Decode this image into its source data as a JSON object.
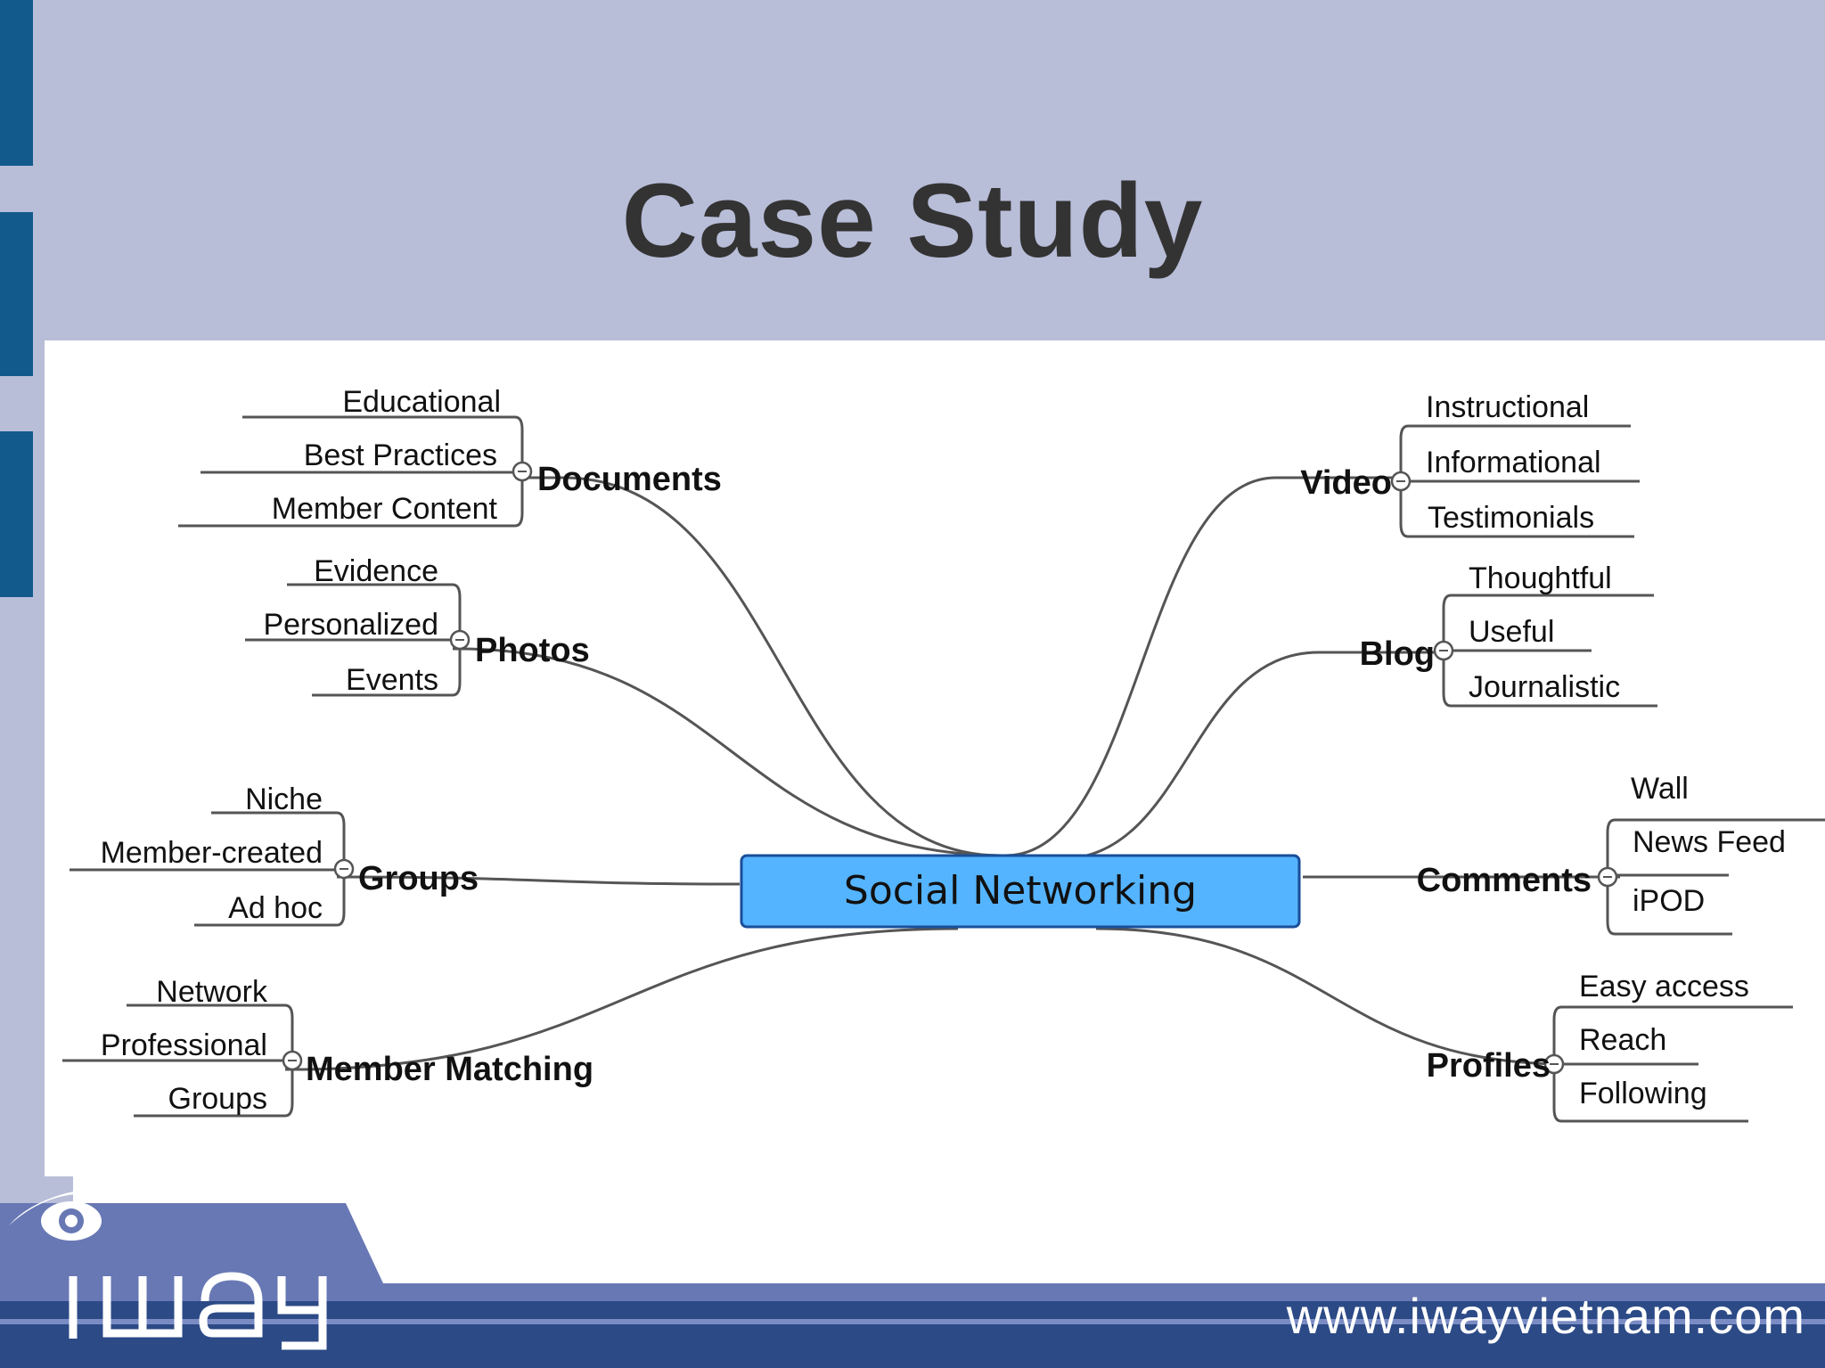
{
  "slide": {
    "title": "Case Study",
    "footer_url": "www.iwayvietnam.com",
    "brand": "iway"
  },
  "mindmap": {
    "center": "Social Networking",
    "branches": [
      {
        "label": "Documents",
        "side": "left",
        "leaves": [
          "Educational",
          "Best Practices",
          "Member Content"
        ]
      },
      {
        "label": "Photos",
        "side": "left",
        "leaves": [
          "Evidence",
          "Personalized",
          "Events"
        ]
      },
      {
        "label": "Groups",
        "side": "left",
        "leaves": [
          "Niche",
          "Member-created",
          "Ad hoc"
        ]
      },
      {
        "label": "Member Matching",
        "side": "left",
        "leaves": [
          "Network",
          "Professional",
          "Groups"
        ]
      },
      {
        "label": "Video",
        "side": "right",
        "leaves": [
          "Instructional",
          "Informational",
          "Testimonials"
        ]
      },
      {
        "label": "Blog",
        "side": "right",
        "leaves": [
          "Thoughtful",
          "Useful",
          "Journalistic"
        ]
      },
      {
        "label": "Comments",
        "side": "right",
        "leaves": [
          "Wall",
          "News Feed",
          "iPOD"
        ]
      },
      {
        "label": "Profiles",
        "side": "right",
        "leaves": [
          "Easy access",
          "Reach",
          "Following"
        ]
      }
    ]
  },
  "colors": {
    "header_bg": "#b8bdd8",
    "side_bar": "#125a8c",
    "center_fill": "#55b4ff",
    "center_stroke": "#1a4e9a",
    "line": "#555555",
    "footer_dark": "#2c4a86",
    "footer_light": "#6878b4"
  }
}
